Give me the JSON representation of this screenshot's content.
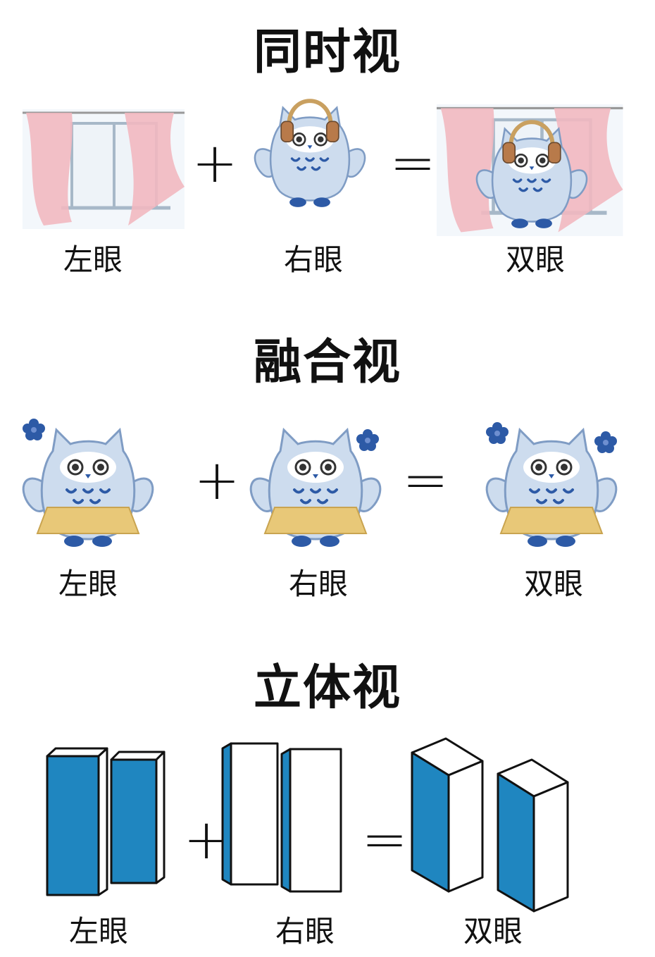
{
  "sections": [
    {
      "title": "同时视",
      "labels": {
        "left": "左眼",
        "right": "右眼",
        "both": "双眼"
      },
      "plus": "+",
      "equals": "="
    },
    {
      "title": "融合视",
      "labels": {
        "left": "左眼",
        "right": "右眼",
        "both": "双眼"
      },
      "plus": "+",
      "equals": "="
    },
    {
      "title": "立体视",
      "labels": {
        "left": "左眼",
        "right": "右眼",
        "both": "双眼"
      },
      "plus": "+",
      "equals": "="
    }
  ],
  "colors": {
    "bar_blue": "#1f86c0",
    "owl_body": "#cddcee",
    "owl_outline": "#7f9cc4",
    "curtain": "#f2b8c0",
    "skirt": "#e8c878",
    "flower": "#2d5aa6"
  }
}
